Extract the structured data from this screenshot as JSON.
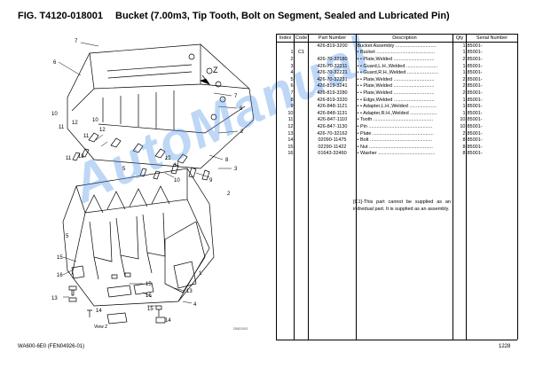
{
  "header": {
    "fig": "FIG. T4120-018001",
    "title": "Bucket (7.00m3, Tip Tooth, Bolt on Segment, Sealed and Lubricated Pin)"
  },
  "table": {
    "headers": [
      "Index",
      "Code",
      "Part Number",
      "Description",
      "Qty",
      "Serial Number"
    ],
    "rows": [
      {
        "index": "",
        "code": "",
        "part": "426-819-3200",
        "desc": "Bucket Assembly ..............................",
        "qty": "1",
        "serial": "85001-"
      },
      {
        "index": "1",
        "code": "C1",
        "part": "",
        "desc": "• Bucket ...........................................",
        "qty": "1",
        "serial": "85001-"
      },
      {
        "index": "2",
        "code": "",
        "part": "426-70-32180",
        "desc": "• • Plate,Welded ..............................",
        "qty": "2",
        "serial": "85001-"
      },
      {
        "index": "3",
        "code": "",
        "part": "426-70-32211",
        "desc": "• • Guard,L.H.,Welded .......................",
        "qty": "1",
        "serial": "85001-"
      },
      {
        "index": "4",
        "code": "",
        "part": "426-70-32221",
        "desc": "• • Guard,R.H.,Welded .......................",
        "qty": "1",
        "serial": "85001-"
      },
      {
        "index": "5",
        "code": "",
        "part": "426-70-32231",
        "desc": "• • Plate,Welded ..............................",
        "qty": "2",
        "serial": "85001-"
      },
      {
        "index": "6",
        "code": "",
        "part": "426-819-3241",
        "desc": "• • Plate,Welded ..............................",
        "qty": "2",
        "serial": "85001-"
      },
      {
        "index": "7",
        "code": "",
        "part": "426-819-3280",
        "desc": "• • Plate,Welded ..............................",
        "qty": "2",
        "serial": "85001-"
      },
      {
        "index": "8",
        "code": "",
        "part": "426-819-3320",
        "desc": "• • Edge,Welded ..............................",
        "qty": "1",
        "serial": "85001-"
      },
      {
        "index": "9",
        "code": "",
        "part": "426-848-1121",
        "desc": "• • Adapter,L.H.,Welded ....................",
        "qty": "1",
        "serial": "85001-"
      },
      {
        "index": "10",
        "code": "",
        "part": "426-848-1131",
        "desc": "• • Adapter,R.H.,Welded ....................",
        "qty": "1",
        "serial": "85001-"
      },
      {
        "index": "11",
        "code": "",
        "part": "426-847-1110",
        "desc": "• Tooth ............................................",
        "qty": "10",
        "serial": "85001-"
      },
      {
        "index": "12",
        "code": "",
        "part": "426-847-1130",
        "desc": "• Pin ...............................................",
        "qty": "10",
        "serial": "85001-"
      },
      {
        "index": "13",
        "code": "",
        "part": "426-70-32162",
        "desc": "• Plate .............................................",
        "qty": "2",
        "serial": "85001-"
      },
      {
        "index": "14",
        "code": "",
        "part": "02090-11475",
        "desc": "• Bolt ..............................................",
        "qty": "8",
        "serial": "85001-"
      },
      {
        "index": "15",
        "code": "",
        "part": "02290-11422",
        "desc": "• Nut ...............................................",
        "qty": "8",
        "serial": "85001-"
      },
      {
        "index": "16",
        "code": "",
        "part": "01643-32460",
        "desc": "• Washer ..........................................",
        "qty": "8",
        "serial": "85001-"
      }
    ]
  },
  "note": "[C1]-This part cannot be supplied as an individual part. It is supplied as an assembly.",
  "footer": {
    "left": "WA600-6E0 (FEN04926-01)",
    "right": "1228"
  },
  "drawing": {
    "image_id": "DB820921",
    "view_label": "View Z",
    "z_label": "Z",
    "callouts": [
      "1",
      "2",
      "3",
      "4",
      "5",
      "6",
      "7",
      "8",
      "9",
      "10",
      "11",
      "12",
      "13",
      "14",
      "15",
      "16"
    ]
  },
  "watermark": "AutoManual"
}
